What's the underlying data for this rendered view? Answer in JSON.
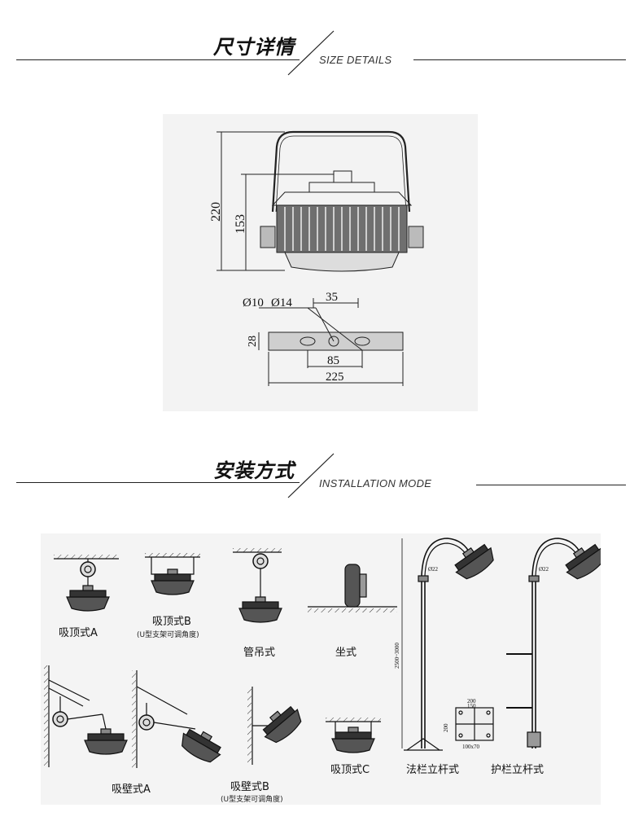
{
  "section1": {
    "title_cn": "尺寸详情",
    "title_en": "SIZE DETAILS"
  },
  "section2": {
    "title_cn": "安装方式",
    "title_en": "INSTALLATION MODE"
  },
  "dimensions": {
    "height_total": "220",
    "height_body": "153",
    "hole_small": "Ø10",
    "hole_large": "Ø14",
    "offset": "35",
    "bracket_height": "28",
    "hole_spacing": "85",
    "bracket_length": "225"
  },
  "modes": {
    "ceiling_a": "吸顶式A",
    "ceiling_b": "吸顶式B",
    "ceiling_b_note": "(U型支架可调角度)",
    "pipe_hang": "管吊式",
    "seat": "坐式",
    "wall_a": "吸壁式A",
    "wall_b": "吸壁式B",
    "wall_b_note": "(U型支架可调角度)",
    "ceiling_c": "吸顶式C",
    "flange_pole": "法栏立杆式",
    "rail_pole": "护栏立杆式"
  },
  "pole_labels": {
    "pole_dia": "Ø22",
    "pole_height": "2500~3000",
    "base_w1": "200",
    "base_w2": "150",
    "base_h": "200",
    "base_sq": "100x70"
  }
}
